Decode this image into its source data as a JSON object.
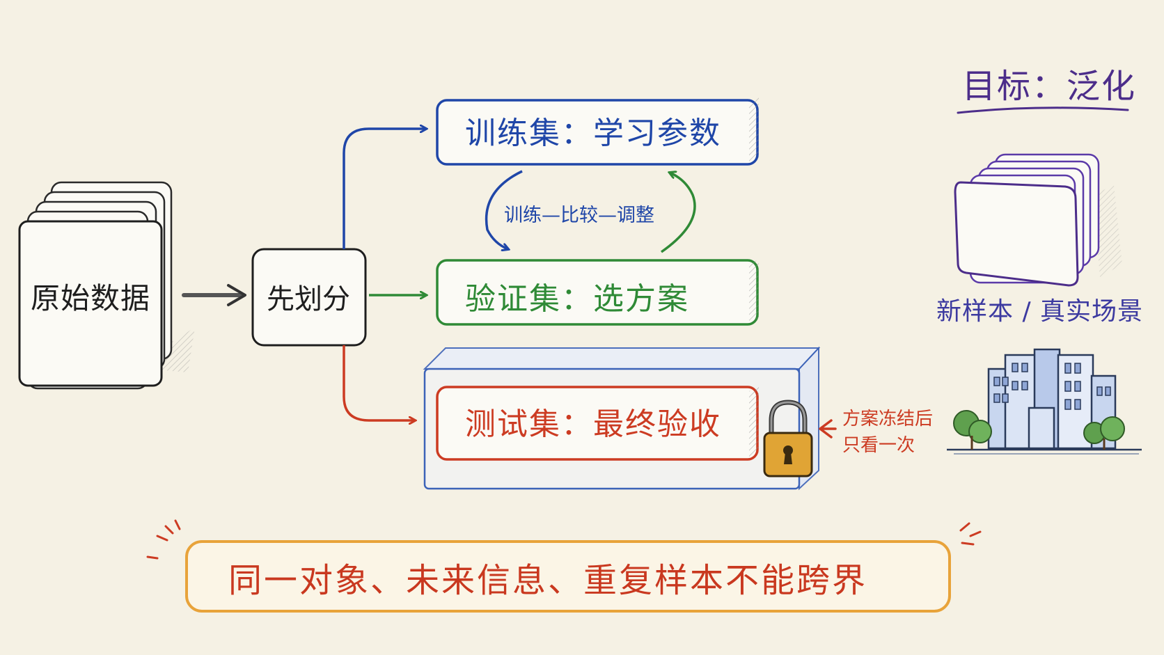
{
  "raw_data": {
    "label": "原始数据"
  },
  "split": {
    "label": "先划分"
  },
  "train_set": {
    "label": "训练集：学习参数"
  },
  "validation_set": {
    "label": "验证集：选方案"
  },
  "test_set": {
    "label": "测试集：最终验收"
  },
  "loop": {
    "label": "训练—比较—调整"
  },
  "freeze_note": {
    "line1": "方案冻结后",
    "line2": "只看一次"
  },
  "goal": {
    "title": "目标：泛化",
    "subtitle": "新样本 / 真实场景"
  },
  "rule": {
    "label": "同一对象、未来信息、重复样本不能跨界"
  },
  "colors": {
    "ink": "#1e1e1e",
    "train": "#1f46a8",
    "validation": "#2f8a36",
    "test": "#cc3b22",
    "goal": "#4c2d8a",
    "rule_border": "#e8a33a",
    "lock": "#e0a435",
    "background": "#f5f1e4"
  },
  "icons": [
    "document-stack-icon",
    "arrow-right-icon",
    "lock-icon",
    "card-stack-icon",
    "city-icon"
  ]
}
